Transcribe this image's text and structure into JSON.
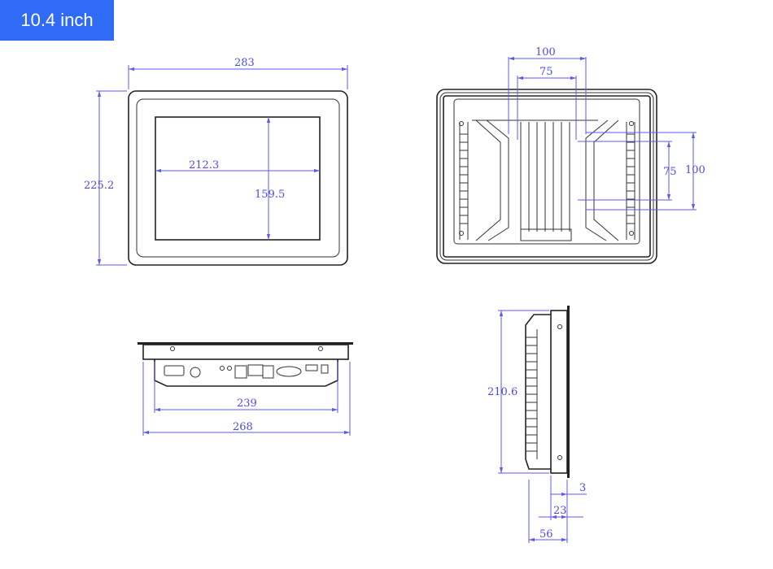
{
  "title": "10.4 inch",
  "front_view": {
    "width": "283",
    "height": "225.2",
    "screen_width": "212.3",
    "screen_height": "159.5"
  },
  "rear_view": {
    "vesa_outer_h": "100",
    "vesa_inner_h": "75",
    "vesa_inner_v": "75",
    "vesa_outer_v": "100"
  },
  "bottom_view": {
    "inner_width": "239",
    "outer_width": "268"
  },
  "side_view": {
    "height": "210.6",
    "bezel": "3",
    "body_depth": "23",
    "total_depth": "56"
  },
  "colors": {
    "badge": "#2f6bf5",
    "dimension": "#5a5af0"
  }
}
